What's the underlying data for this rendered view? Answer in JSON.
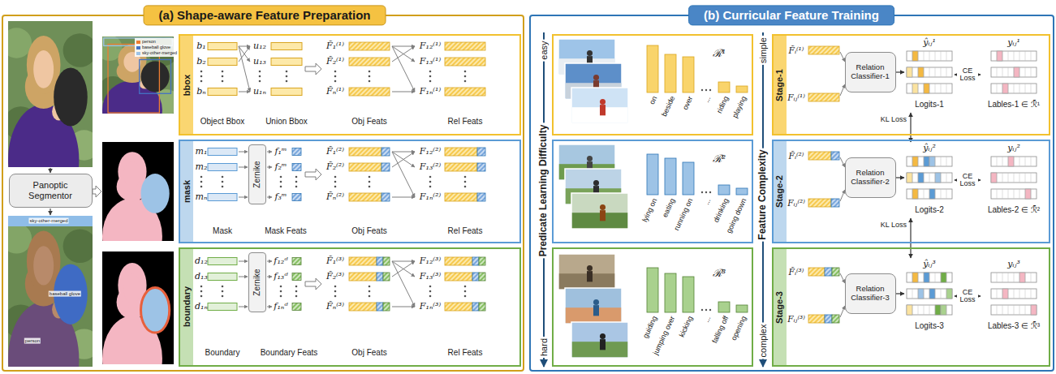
{
  "diagram": {
    "nodes": [
      {
        "text": [
          "(a) Shape-aware Feature Preparation"
        ]
      },
      {
        "text": [
          "Panoptic Segmentor"
        ],
        "in": 0
      },
      {
        "text": [
          "bbox"
        ],
        "in": 0
      },
      {
        "text": [
          "mask"
        ],
        "in": 0
      },
      {
        "text": [
          "Zernike"
        ],
        "in": 3
      },
      {
        "text": [
          "boundary"
        ],
        "in": 0
      },
      {
        "text": [
          "Zernike"
        ],
        "in": 5
      },
      {
        "text": [
          "(b) Curricular Feature Training"
        ]
      },
      {
        "text": [
          "ℛ¹"
        ],
        "in": 7
      },
      {
        "text": [
          "ℛ²"
        ],
        "in": 7
      },
      {
        "text": [
          "ℛ³"
        ],
        "in": 7
      },
      {
        "text": [
          "Stage-1"
        ],
        "in": 7
      },
      {
        "text": [
          "Relation Classifier-1"
        ],
        "in": 11
      },
      {
        "text": [
          "ŷᵢⱼ¹",
          "Logits-1"
        ],
        "in": 11
      },
      {
        "text": [
          "yᵢⱼ¹",
          "Lables-1 ∈ ℛ̄¹"
        ],
        "in": 11
      },
      {
        "text": [
          "Stage-2"
        ],
        "in": 7
      },
      {
        "text": [
          "Relation Classifier-2"
        ],
        "in": 15
      },
      {
        "text": [
          "ŷᵢⱼ²",
          "Logits-2"
        ],
        "in": 15
      },
      {
        "text": [
          "yᵢⱼ²",
          "Lables-2 ∈ ℛ̄²"
        ],
        "in": 15
      },
      {
        "text": [
          "Stage-3"
        ],
        "in": 7
      },
      {
        "text": [
          "Relation Classifier-3"
        ],
        "in": 19
      },
      {
        "text": [
          "ŷᵢⱼ³",
          "Logits-3"
        ],
        "in": 19
      },
      {
        "text": [
          "yᵢⱼ³",
          "Lables-3 ∈ ℛ̄³"
        ],
        "in": 19
      }
    ],
    "edges": [
      {
        "from": 12,
        "to": 13,
        "arrow": "to"
      },
      {
        "from": 13,
        "to": 14,
        "arrow": "both",
        "label": "CE Loss"
      },
      {
        "from": 16,
        "to": 17,
        "arrow": "to"
      },
      {
        "from": 17,
        "to": 18,
        "arrow": "both",
        "label": "CE Loss"
      },
      {
        "from": 20,
        "to": 21,
        "arrow": "to"
      },
      {
        "from": 21,
        "to": 22,
        "arrow": "both",
        "label": "CE Loss"
      },
      {
        "from": 13,
        "to": 17,
        "arrow": "both",
        "label": "KL Loss"
      },
      {
        "from": 17,
        "to": 21,
        "arrow": "both",
        "label": "KL Loss"
      }
    ],
    "labels": [
      "sky-other-merged",
      "person",
      "baseball glove",
      "b₁",
      "b₂",
      "bₙ",
      "u₁₂",
      "u₁₃",
      "u₁ₙ",
      "F̃₁⁽¹⁾",
      "F̃₂⁽¹⁾",
      "F̃ₙ⁽¹⁾",
      "F₁₂⁽¹⁾",
      "F₁₃⁽¹⁾",
      "F₁ₙ⁽¹⁾",
      "Object Bbox",
      "Union Bbox",
      "Obj Feats",
      "Rel Feats",
      "m₁",
      "m₂",
      "mₙ",
      "f₁ᵐ",
      "f₂ᵐ",
      "f₃ᵐ",
      "F̃₁⁽²⁾",
      "F̃₂⁽²⁾",
      "F̃ₙ⁽²⁾",
      "F₁₂⁽²⁾",
      "F₁₃⁽²⁾",
      "F₁ₙ⁽²⁾",
      "Mask",
      "Mask Feats",
      "Obj Feats",
      "Rel Feats",
      "d₁₂",
      "d₁₃",
      "d₁ₙ",
      "f₁₂ᵈ",
      "f₁₃ᵈ",
      "f₁ₙᵈ",
      "F̃₁⁽³⁾",
      "F̃₂⁽³⁾",
      "F̃ₙ⁽³⁾",
      "F₁₂⁽³⁾",
      "F₁₃⁽³⁾",
      "F₁ₙ⁽³⁾",
      "Boundary",
      "Boundary Feats",
      "Obj Feats",
      "Rel Feats",
      "Predicate Learning Difficulty",
      "easy",
      "hard",
      "on",
      "beside",
      "over",
      "...",
      "riding",
      "playing",
      "lying on",
      "eating",
      "running on",
      "...",
      "drinking",
      "going down",
      "guiding",
      "jumping over",
      "kicking",
      "...",
      "falling off",
      "opening",
      "Feature Complexity",
      "simple",
      "complex",
      "F̃ᵢ⁽¹⁾",
      "Fᵢⱼ⁽¹⁾",
      "F̃ᵢ⁽²⁾",
      "Fᵢⱼ⁽²⁾",
      "F̃ᵢ⁽³⁾",
      "Fᵢⱼ⁽³⁾"
    ],
    "legend": [
      {
        "text": "person",
        "color": "#ed7d31"
      },
      {
        "text": "baseball glove",
        "color": "#4472c4"
      },
      {
        "text": "sky-other-merged",
        "color": "#9dc3e6"
      }
    ]
  }
}
